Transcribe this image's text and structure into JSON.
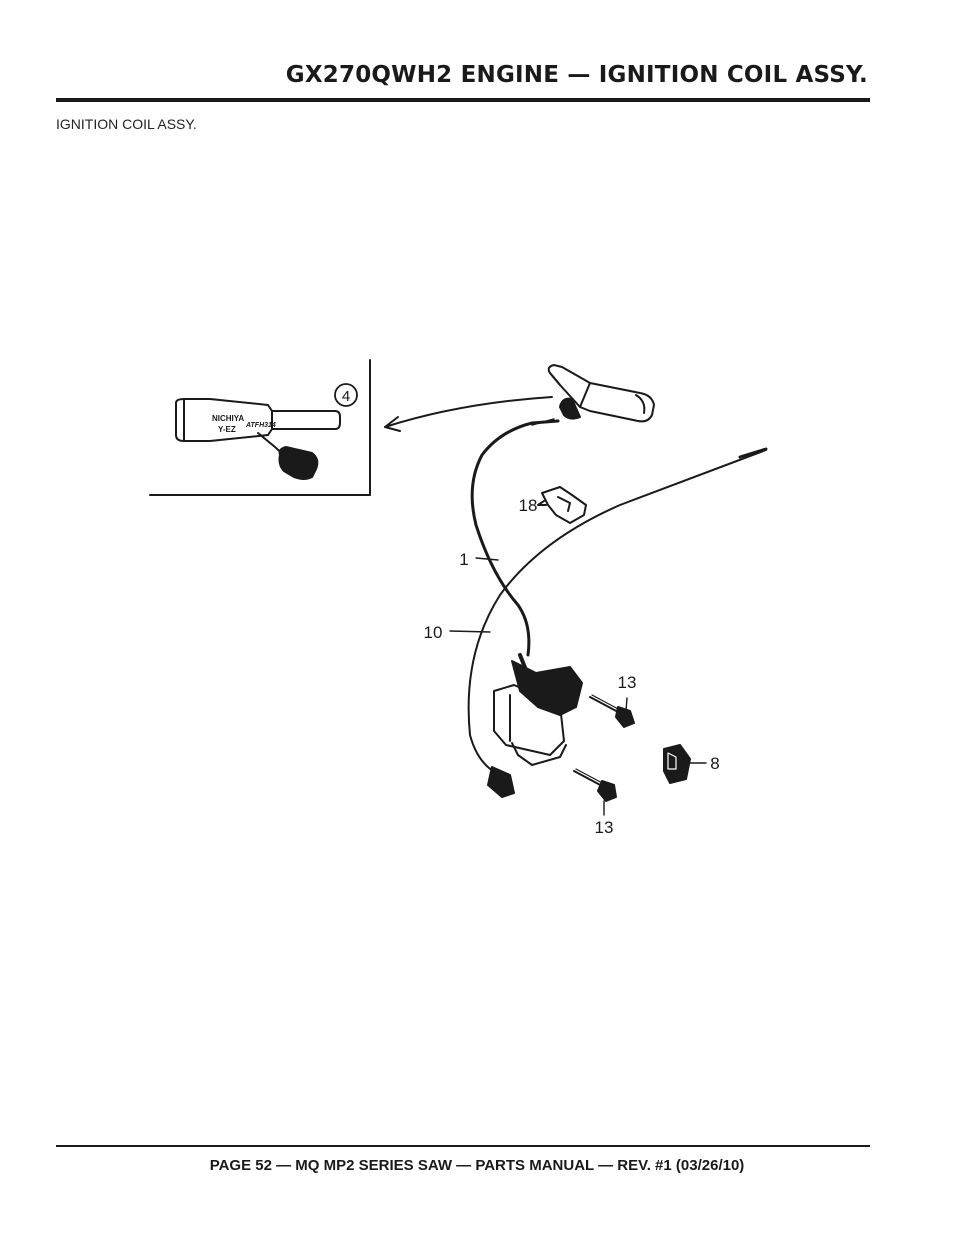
{
  "header": {
    "title": "GX270QWH2 ENGINE — IGNITION COIL ASSY."
  },
  "section": {
    "subtitle": "IGNITION COIL ASSY."
  },
  "diagram": {
    "callouts": {
      "inset_ref": "4",
      "coil_part": "1",
      "wire_part": "10",
      "clamp_part": "18",
      "bolt_upper": "13",
      "bolt_lower": "13",
      "nut_part": "8"
    },
    "inset_text": {
      "line1": "NICHIYA",
      "line2": "Y-EZ",
      "line3": "ATFH314"
    }
  },
  "footer": {
    "text": "PAGE 52 — MQ MP2 SERIES SAW — PARTS MANUAL — REV. #1  (03/26/10)"
  }
}
